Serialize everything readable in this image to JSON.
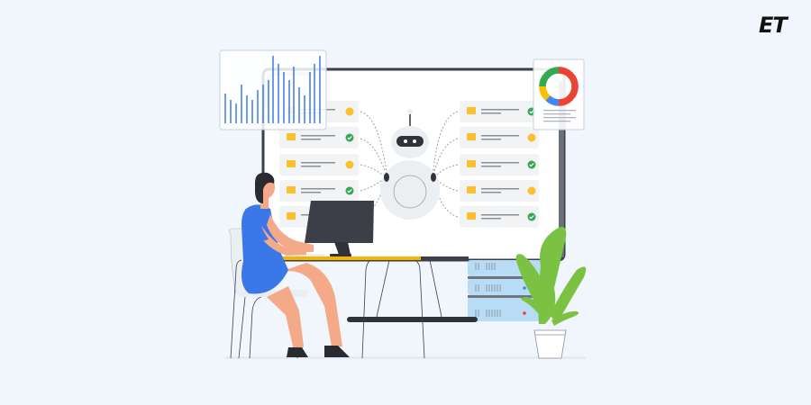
{
  "brand": {
    "logo_text": "ET"
  },
  "colors": {
    "background": "#f0f6fc",
    "board_frame": "#3c3f4a",
    "board_fill": "#ffffff",
    "card_fill": "#f1f3f4",
    "folder": "#fbc02d",
    "status_ok": "#34a853",
    "status_pending": "#fbc02d",
    "robot": "#eceff1",
    "robot_face": "#2f3238",
    "shirt": "#3b78e7",
    "skin": "#f4a988",
    "hair": "#2a2b30",
    "desk_top": "#f5b400",
    "monitor": "#3c3f48",
    "server": "#b9dcf6",
    "plant": "#7cc242",
    "chart_bar": "#3b78e7",
    "donut": [
      "#ea4335",
      "#4285f4",
      "#fbbc04",
      "#34a853"
    ]
  },
  "board": {
    "left_cards": [
      {
        "icon": "folder-icon",
        "status": "pending"
      },
      {
        "icon": "folder-icon",
        "status": "ok"
      },
      {
        "icon": "folder-icon",
        "status": "pending"
      },
      {
        "icon": "folder-icon",
        "status": "ok"
      },
      {
        "icon": "folder-icon",
        "status": "none"
      }
    ],
    "right_cards": [
      {
        "icon": "folder-icon",
        "status": "ok"
      },
      {
        "icon": "folder-icon",
        "status": "pending"
      },
      {
        "icon": "folder-icon",
        "status": "ok"
      },
      {
        "icon": "folder-icon",
        "status": "pending"
      },
      {
        "icon": "folder-icon",
        "status": "ok"
      }
    ]
  },
  "bar_panel": {
    "bar_heights": [
      33,
      26,
      22,
      43,
      31,
      26,
      37,
      43,
      48,
      65,
      72,
      62,
      58,
      50,
      60,
      43,
      32,
      58,
      65,
      72
    ]
  },
  "donut_panel": {
    "segments": [
      {
        "color": "#ea4335",
        "pct": 50
      },
      {
        "color": "#4285f4",
        "pct": 17
      },
      {
        "color": "#fbbc04",
        "pct": 15
      },
      {
        "color": "#34a853",
        "pct": 18
      }
    ]
  }
}
